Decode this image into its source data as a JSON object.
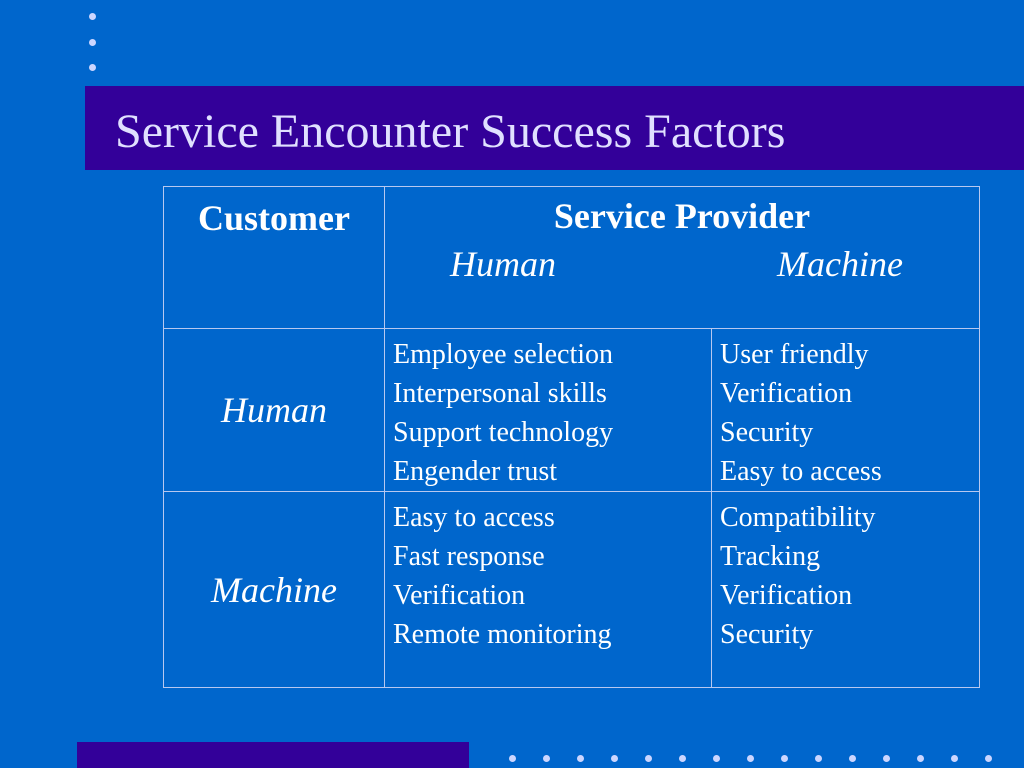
{
  "slide": {
    "title": "Service Encounter Success Factors"
  },
  "table": {
    "header_customer": "Customer",
    "header_provider": "Service Provider",
    "sub_human": "Human",
    "sub_machine": "Machine",
    "rows": [
      {
        "label": "Human",
        "human": [
          "Employee selection",
          "Interpersonal skills",
          "Support technology",
          "Engender trust"
        ],
        "machine": [
          "User friendly",
          "Verification",
          "Security",
          "Easy to access"
        ]
      },
      {
        "label": "Machine",
        "human": [
          "Easy to access",
          "Fast response",
          "Verification",
          "Remote monitoring"
        ],
        "machine": [
          "Compatibility",
          "Tracking",
          "Verification",
          "Security"
        ]
      }
    ]
  }
}
